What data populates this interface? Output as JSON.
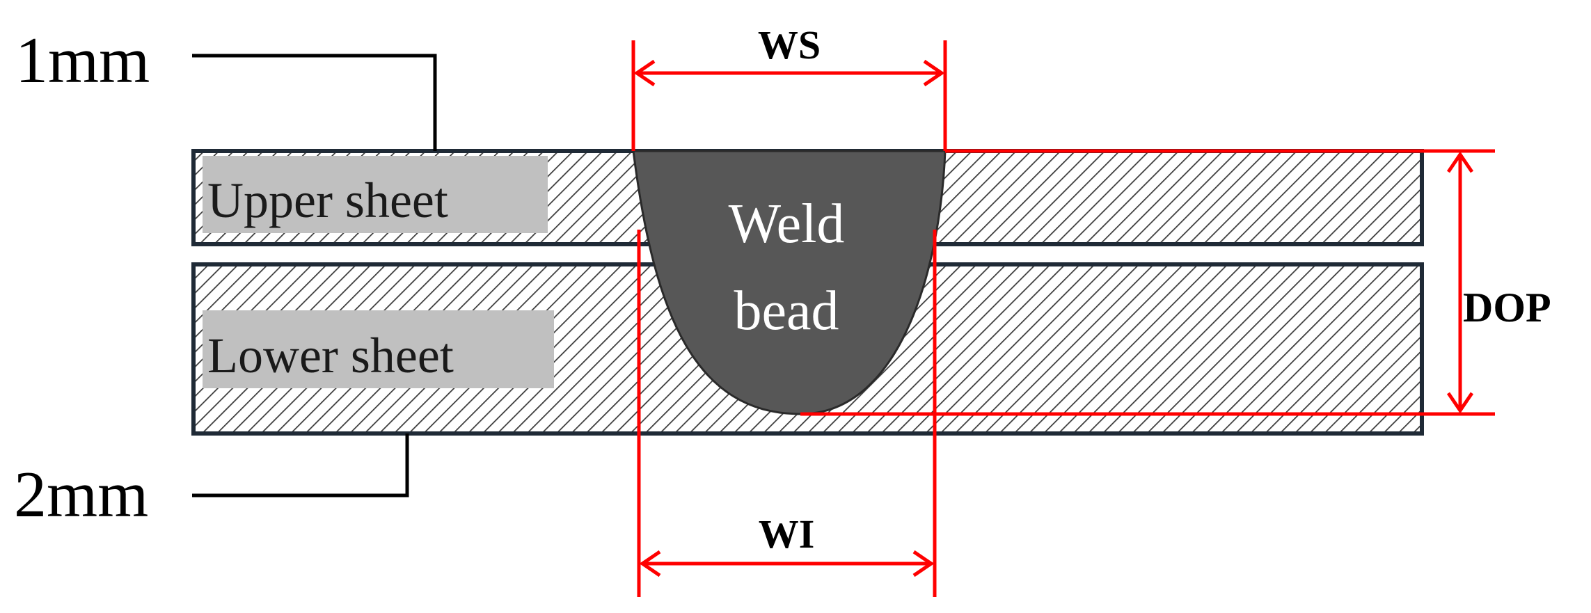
{
  "labels": {
    "thickness_upper": "1mm",
    "thickness_lower": "2mm",
    "upper_sheet": "Upper sheet",
    "lower_sheet": "Lower sheet",
    "weld_line1": "Weld",
    "weld_line2": "bead",
    "ws": "WS",
    "wi": "WI",
    "dop": "DOP"
  },
  "colors": {
    "dimension": "#ff0000",
    "sheet_outline": "#1f2a36",
    "hatch": "#3a3a3a",
    "label_bg": "#c0c0c0",
    "weld_fill": "#575757",
    "weld_text": "#ffffff",
    "leader": "#000000"
  }
}
